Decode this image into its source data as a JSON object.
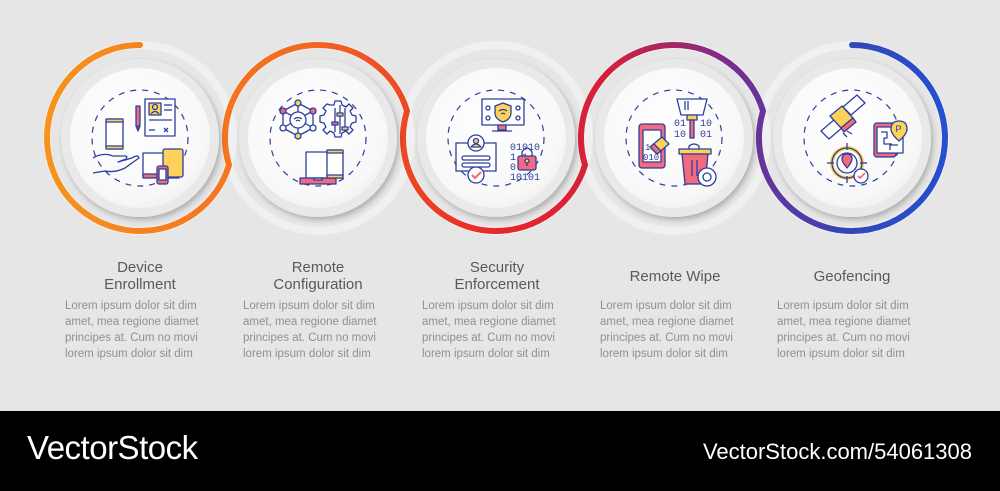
{
  "diagram": {
    "type": "process-loop-infographic",
    "steps": [
      {
        "title": "Device\nEnrollment",
        "description": "Lorem ipsum dolor sit dim amet, mea regione diamet principes at. Cum no movi lorem ipsum dolor sit dim",
        "icon": "device-enrollment-icon",
        "color": "#f7941d"
      },
      {
        "title": "Remote\nConfiguration",
        "description": "Lorem ipsum dolor sit dim amet, mea regione diamet principes at. Cum no movi lorem ipsum dolor sit dim",
        "icon": "remote-configuration-icon",
        "color": "#f15a24"
      },
      {
        "title": "Security\nEnforcement",
        "description": "Lorem ipsum dolor sit dim amet, mea regione diamet principes at. Cum no movi lorem ipsum dolor sit dim",
        "icon": "security-enforcement-icon",
        "color": "#e3242b"
      },
      {
        "title": "Remote Wipe",
        "description": "Lorem ipsum dolor sit dim amet, mea regione diamet principes at. Cum no movi lorem ipsum dolor sit dim",
        "icon": "remote-wipe-icon",
        "color": "#8e2a8b"
      },
      {
        "title": "Geofencing",
        "description": "Lorem ipsum dolor sit dim amet, mea regione diamet principes at. Cum no movi lorem ipsum dolor sit dim",
        "icon": "geofencing-icon",
        "color": "#2b4fc7"
      }
    ],
    "colors": {
      "background": "#e6e6e6",
      "icon_outline": "#2b3f9e",
      "icon_yellow": "#fcd25a",
      "icon_pink": "#f26a7b"
    }
  },
  "footer": {
    "brand": "VectorStock",
    "image_id": "VectorStock.com/54061308"
  }
}
